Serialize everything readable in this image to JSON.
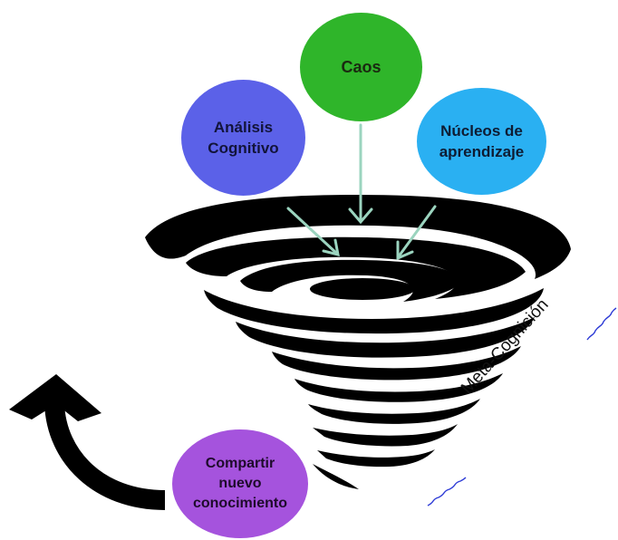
{
  "nodes": {
    "caos": "Caos",
    "analisis": "Análisis\nCognitivo",
    "nucleos": "Núcleos de\naprendizaje",
    "compartir": "Compartir\nnuevo\nconocimiento"
  },
  "side_label": "Meta-Cognición",
  "colors": {
    "caos": "#2fb52a",
    "analisis": "#5b61e8",
    "nucleos": "#2ab0f2",
    "compartir": "#a553dd",
    "arrows": "#9bd4bf",
    "tornado": "#000000",
    "squiggle": "#2d3bd6"
  },
  "icons": [
    "tornado-icon",
    "curved-arrow-icon"
  ]
}
